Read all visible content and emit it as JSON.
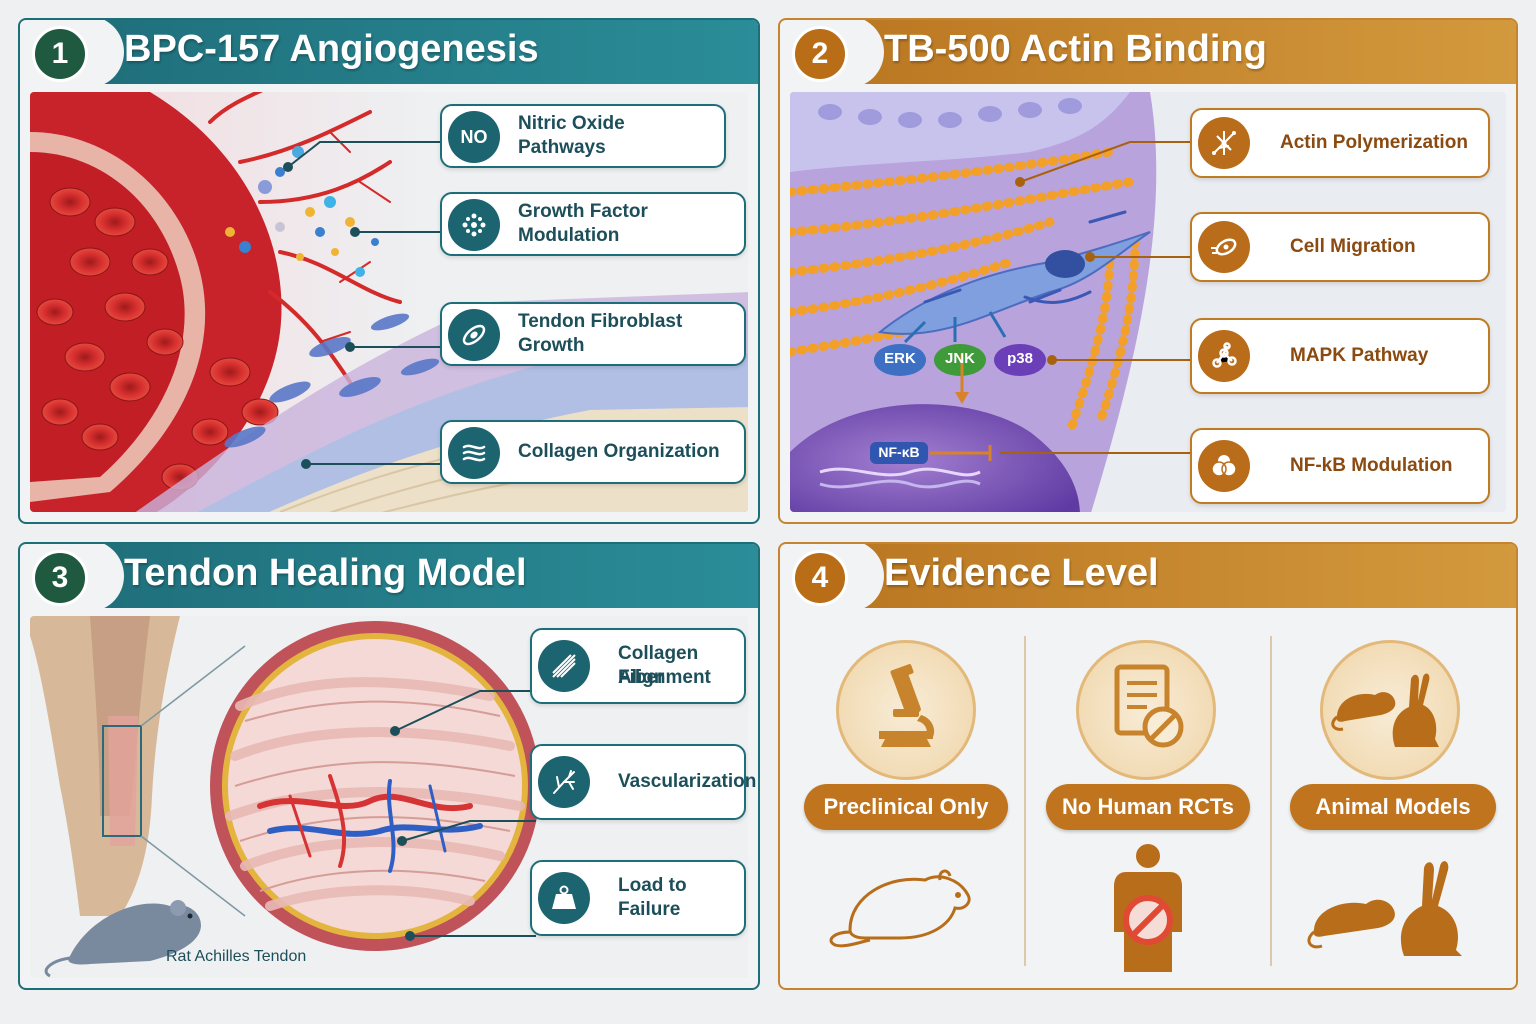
{
  "panel1": {
    "number": "1",
    "title": "BPC-157 Angiogenesis",
    "callouts": [
      {
        "icon_text": "NO",
        "icon": "no-molecule-icon",
        "label": "Nitric Oxide Pathways"
      },
      {
        "icon_text": "",
        "icon": "growth-factor-icon",
        "label": "Growth Factor Modulation"
      },
      {
        "icon_text": "",
        "icon": "fibroblast-cell-icon",
        "label": "Tendon Fibroblast Growth"
      },
      {
        "icon_text": "",
        "icon": "collagen-waves-icon",
        "label": "Collagen Organization"
      }
    ]
  },
  "panel2": {
    "number": "2",
    "title": "TB-500 Actin Binding",
    "labels": {
      "erk": "ERK",
      "jnk": "JNK",
      "p38": "p38",
      "nfkb": "NF-κB"
    },
    "callouts": [
      {
        "icon": "actin-network-icon",
        "label": "Actin Polymerization"
      },
      {
        "icon": "cell-migration-icon",
        "label": "Cell Migration"
      },
      {
        "icon": "pathway-nodes-icon",
        "label": "MAPK Pathway"
      },
      {
        "icon": "nfkb-complex-icon",
        "label": "NF-kB Modulation"
      }
    ]
  },
  "panel3": {
    "number": "3",
    "title": "Tendon Healing Model",
    "caption": "Rat Achilles Tendon",
    "callouts": [
      {
        "icon": "fiber-alignment-icon",
        "label_line1": "Collagen Fiber",
        "label_line2": "Alignment"
      },
      {
        "icon": "vascular-branch-icon",
        "label": "Vascularization"
      },
      {
        "icon": "weight-icon",
        "label": "Load to Failure"
      }
    ]
  },
  "panel4": {
    "number": "4",
    "title": "Evidence Level",
    "items": [
      {
        "icon": "microscope-icon",
        "label": "Preclinical Only",
        "figure": "rat-outline-icon"
      },
      {
        "icon": "document-prohibited-icon",
        "label": "No Human RCTs",
        "figure": "human-prohibited-icon"
      },
      {
        "icon": "rat-rabbit-icon",
        "label": "Animal Models",
        "figure": "rat-rabbit-silhouette-icon"
      }
    ]
  }
}
